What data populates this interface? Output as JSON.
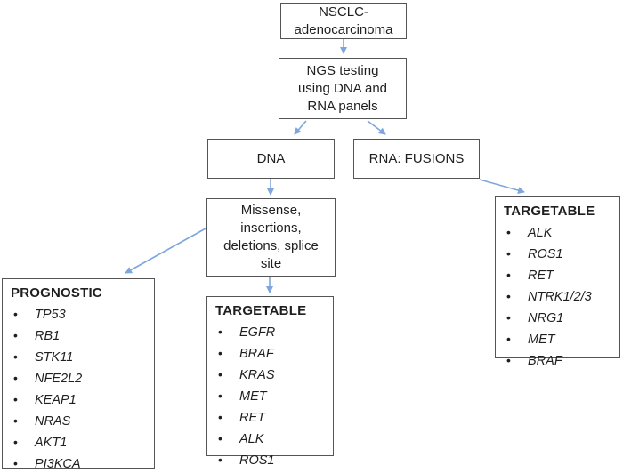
{
  "diagram": {
    "title_box": {
      "label": "NSCLC-\nadenocarcinoma"
    },
    "ngs_box": {
      "label": "NGS testing\nusing DNA and\nRNA panels"
    },
    "dna_box": {
      "label": "DNA"
    },
    "rna_box": {
      "label": "RNA: FUSIONS"
    },
    "variant_box": {
      "label": "Missense,\ninsertions,\ndeletions, splice\nsite"
    },
    "prognostic": {
      "header": "PROGNOSTIC",
      "genes": [
        "TP53",
        "RB1",
        "STK11",
        "NFE2L2",
        "KEAP1",
        "NRAS",
        "AKT1",
        "PI3KCA"
      ]
    },
    "targetable_dna": {
      "header": "TARGETABLE",
      "genes": [
        "EGFR",
        "BRAF",
        "KRAS",
        "MET",
        "RET",
        "ALK",
        "ROS1"
      ]
    },
    "targetable_rna": {
      "header": "TARGETABLE",
      "genes": [
        "ALK",
        "ROS1",
        "RET",
        "NTRK1/2/3",
        "NRG1",
        "MET",
        "BRAF"
      ]
    }
  },
  "colors": {
    "background": "#ffffff",
    "border": "#545454",
    "text": "#1f1f1f",
    "arrow": "#7ea6dc"
  }
}
